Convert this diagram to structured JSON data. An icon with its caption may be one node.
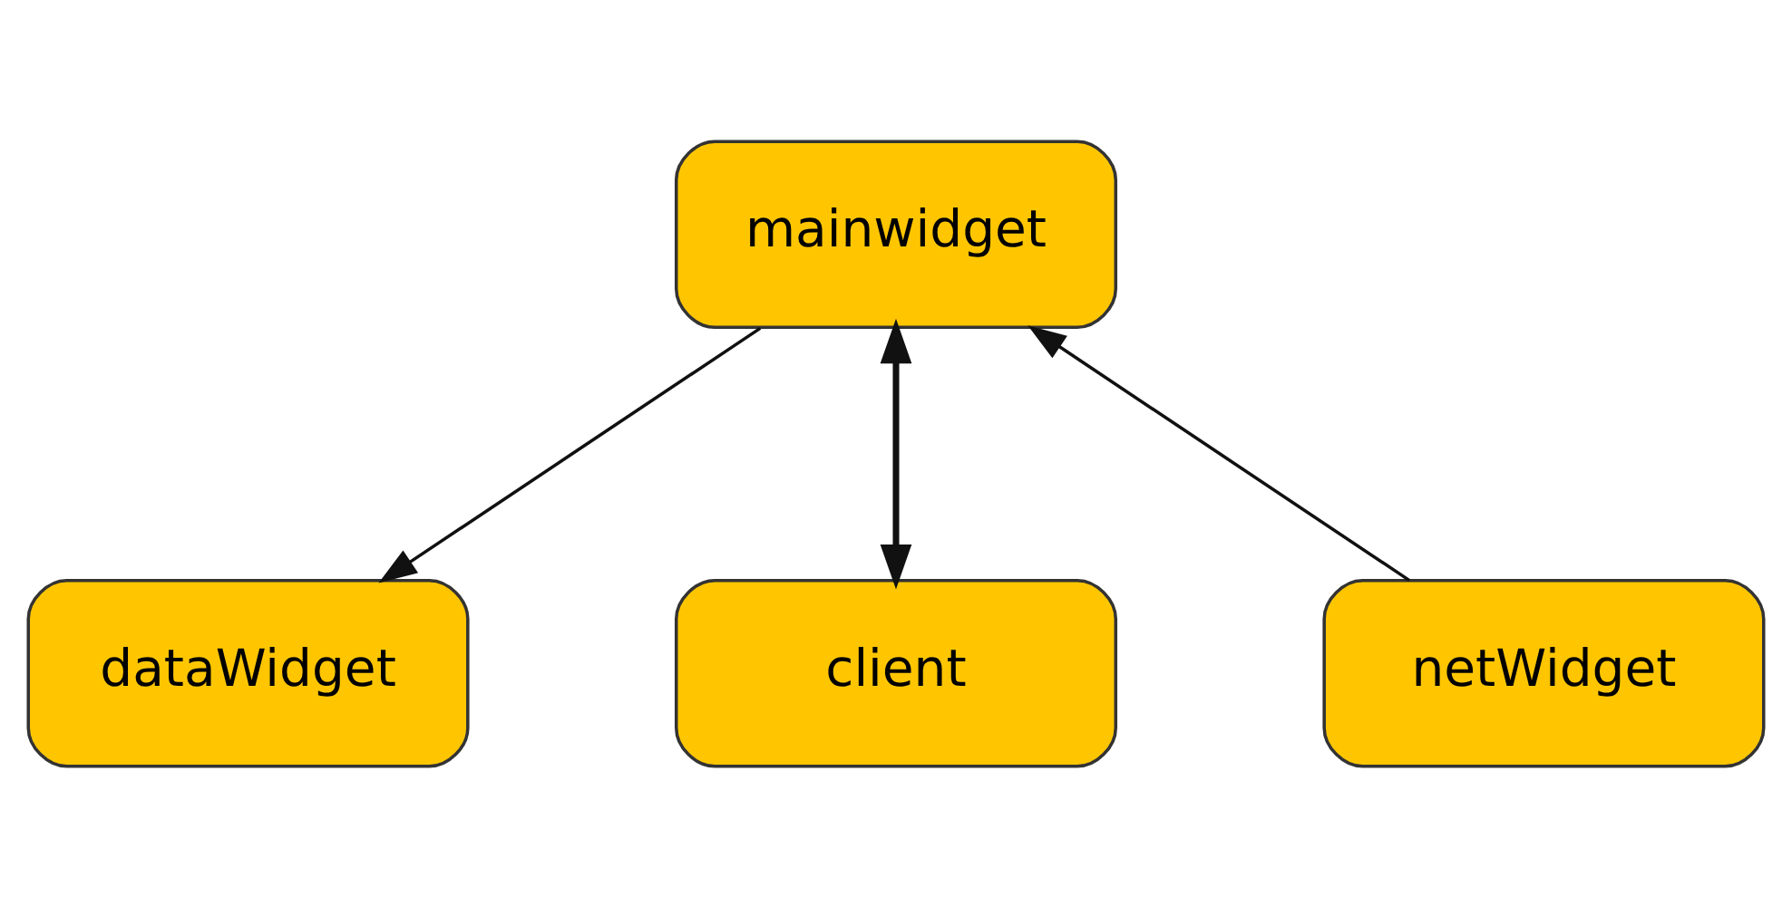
{
  "diagram": {
    "nodes": [
      {
        "text": [
          "mainwidget"
        ]
      },
      {
        "text": [
          "netWidget"
        ]
      },
      {
        "text": [
          "dataWidget"
        ]
      },
      {
        "text": [
          "client"
        ]
      }
    ],
    "edges": [
      {
        "from": 1,
        "to": 0,
        "arrow": "to"
      },
      {
        "from": 0,
        "to": 2,
        "arrow": "to"
      },
      {
        "from": 0,
        "to": 3,
        "arrow": "both",
        "style": "thick"
      }
    ]
  }
}
